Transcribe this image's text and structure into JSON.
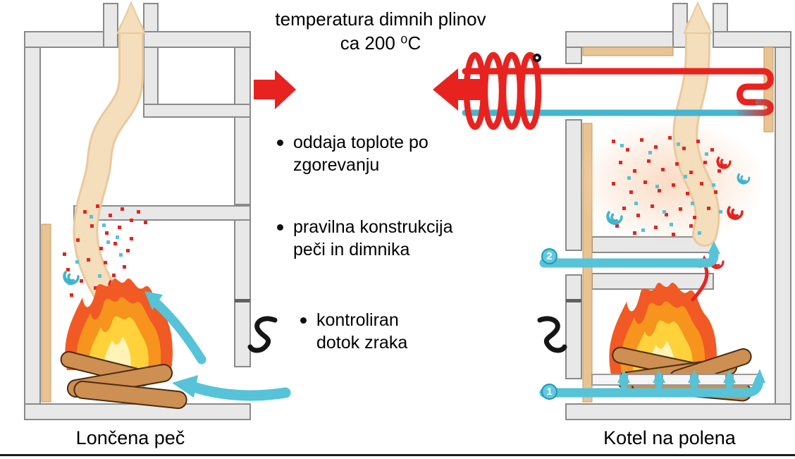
{
  "colors": {
    "accent_red": "#e8231f",
    "accent_cyan": "#56c3d8",
    "smoke_beige": "#f3dab6",
    "wall_gray": "#e8e8e8",
    "flame_orange": "#f7941d",
    "flame_yellow": "#ffd23b",
    "wood_tan": "#e9c493"
  },
  "header": {
    "line1": "temperatura dimnih plinov",
    "line2": "ca 200 ⁰C"
  },
  "bullets": [
    {
      "line1": "oddaja toplote po",
      "line2": "zgorevanju"
    },
    {
      "line1": "pravilna konstrukcija",
      "line2": "peči in dimnika"
    },
    {
      "line1": "kontroliran",
      "line2": "dotok zraka"
    }
  ],
  "labels": {
    "left_device": "Lončena peč",
    "right_device": "Kotel na polena"
  },
  "markers": {
    "primary_air": "1",
    "secondary_air": "2"
  }
}
